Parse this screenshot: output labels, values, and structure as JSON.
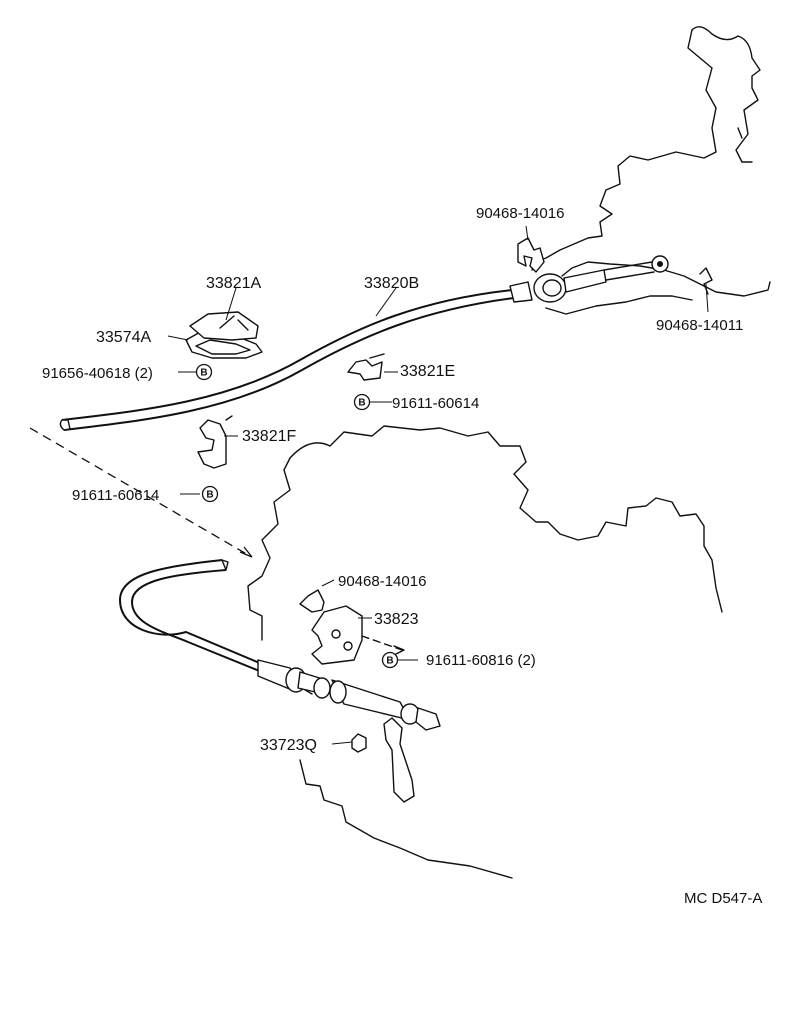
{
  "diagram_code": "MC D547-A",
  "labels": {
    "p33821A": "33821A",
    "p33820B": "33820B",
    "p33574A": "33574A",
    "p91656": "91656-40618 (2)",
    "p33821E": "33821E",
    "p91611_60614_upper": "91611-60614",
    "p33821F": "33821F",
    "p91611_60614_left": "91611-60614",
    "p90468_14016_top": "90468-14016",
    "p90468_14011": "90468-14011",
    "p90468_14016_mid": "90468-14016",
    "p33823": "33823",
    "p91611_60816": "91611-60816 (2)",
    "p33723Q": "33723Q"
  },
  "bolt_mark": "B"
}
